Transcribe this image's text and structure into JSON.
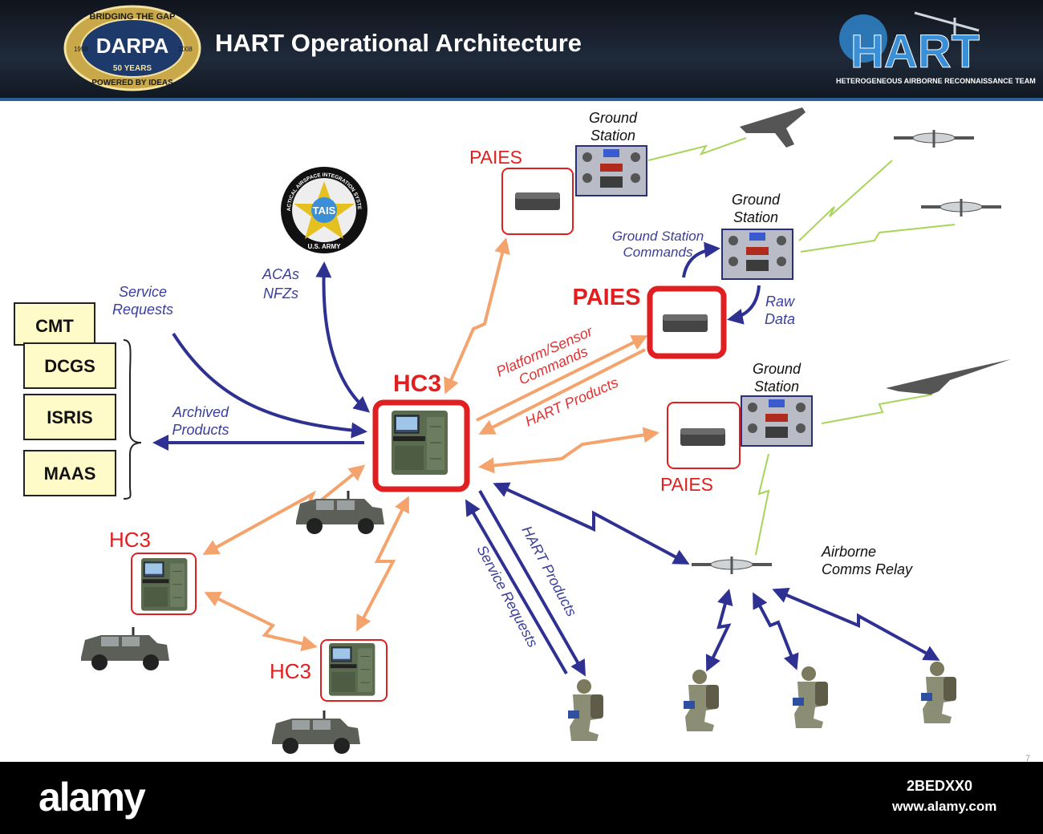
{
  "header": {
    "title": "HART Operational Architecture",
    "darpa_seal": {
      "top": "BRIDGING THE GAP",
      "center": "DARPA",
      "year_left": "1958",
      "year_right": "2008",
      "years": "50 YEARS",
      "bottom": "POWERED BY IDEAS"
    },
    "hart_logo": {
      "name": "HART",
      "subtitle": "HETEROGENEOUS AIRBORNE RECONNAISSANCE TEAM"
    }
  },
  "systems": [
    "CMT",
    "DCGS",
    "ISRIS",
    "MAAS"
  ],
  "tais_seal": {
    "center": "TAIS",
    "ring_top": "TACTICAL AIRSPACE INTEGRATION SYSTEM",
    "ring_bottom": "U.S. ARMY"
  },
  "labels": {
    "hc3_main": "HC3",
    "hc3_left": "HC3",
    "hc3_bottom": "HC3",
    "paies_top": "PAIES",
    "paies_main": "PAIES",
    "paies_lower": "PAIES",
    "ground_station_1": [
      "Ground",
      "Station"
    ],
    "ground_station_2": [
      "Ground",
      "Station"
    ],
    "ground_station_3": [
      "Ground",
      "Station"
    ],
    "service_requests_left": [
      "Service",
      "Requests"
    ],
    "archived_products": [
      "Archived",
      "Products"
    ],
    "acas_nfzs": [
      "ACAs",
      "NFZs"
    ],
    "gs_commands": [
      "Ground Station",
      "Commands"
    ],
    "raw_data": [
      "Raw",
      "Data"
    ],
    "platform_sensor": [
      "Platform/Sensor",
      "Commands"
    ],
    "hart_products_upper": "HART Products",
    "hart_products_lower": "HART Products",
    "service_requests_lower": "Service Requests",
    "airborne_relay": [
      "Airborne",
      "Comms Relay"
    ]
  },
  "colors": {
    "hc3_red": "#e02020",
    "arrow_blue": "#2e3192",
    "arrow_orange": "#f5a36c",
    "link_green": "#a8d45a",
    "label_blue": "#3b3f9a"
  },
  "watermark": {
    "brand": "alamy",
    "image_id": "2BEDXX0",
    "url": "www.alamy.com"
  },
  "page_number": "7"
}
